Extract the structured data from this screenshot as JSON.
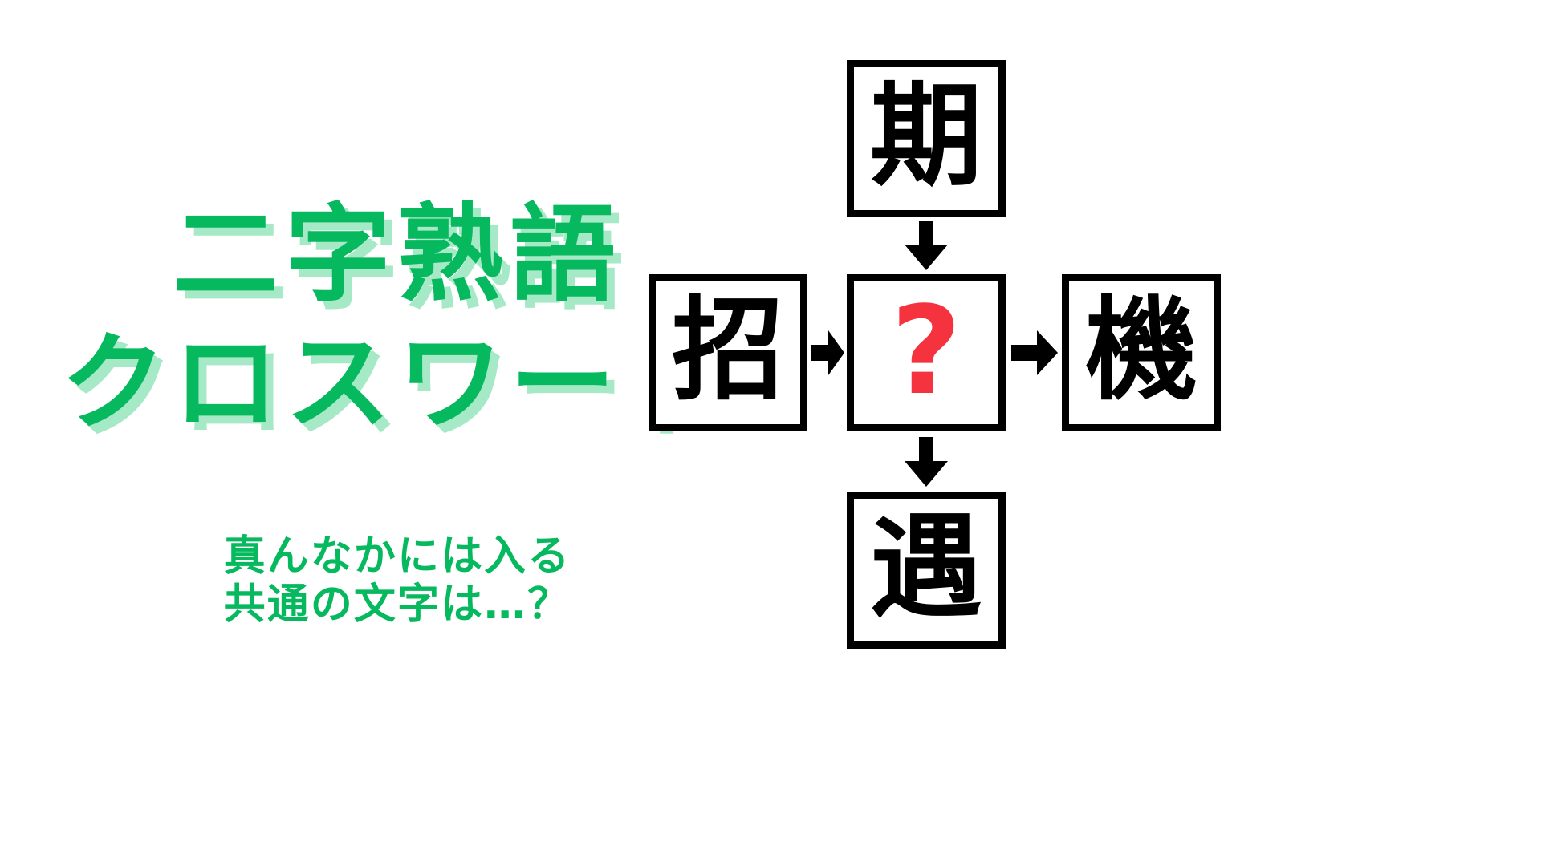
{
  "colors": {
    "brand_green": "#06b95e",
    "brand_green_shadow": "#a6e9c6",
    "answer_red": "#f5333f",
    "cell_border": "#000000",
    "background": "#ffffff"
  },
  "title": {
    "line1": "二字熟語",
    "line2": "クロスワード"
  },
  "subtitle": {
    "line1": "真んなかには入る",
    "line2": "共通の文字は…？"
  },
  "puzzle": {
    "center_label": "?",
    "cells": {
      "top": {
        "char": "期",
        "position": "top"
      },
      "left": {
        "char": "招",
        "position": "left"
      },
      "center": {
        "char": "?",
        "position": "center"
      },
      "right": {
        "char": "機",
        "position": "right"
      },
      "bottom": {
        "char": "遇",
        "position": "bottom"
      }
    },
    "arrows": [
      {
        "name": "top-to-center",
        "direction": "down"
      },
      {
        "name": "left-to-center",
        "direction": "right"
      },
      {
        "name": "center-to-right",
        "direction": "right"
      },
      {
        "name": "center-to-bottom",
        "direction": "down"
      }
    ]
  }
}
